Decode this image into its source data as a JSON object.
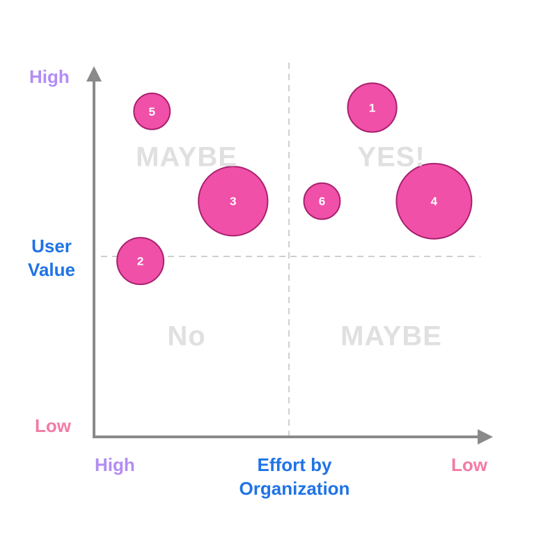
{
  "y_axis": {
    "high_label": "High",
    "low_label": "Low",
    "title_line1": "User",
    "title_line2": "Value"
  },
  "x_axis": {
    "high_label": "High",
    "low_label": "Low",
    "title_line1": "Effort by",
    "title_line2": "Organization"
  },
  "quadrants": {
    "top_left": "MAYBE",
    "top_right": "YES!",
    "bottom_left": "No",
    "bottom_right": "MAYBE"
  },
  "colors": {
    "bubble_fill": "#f050a8",
    "bubble_stroke": "#a8206e",
    "axis": "#8a8a8a",
    "divider": "#cfcfcf"
  },
  "bubbles": [
    {
      "id": "1",
      "effort_low": 0.72,
      "value_high": 0.88,
      "size": 0.65
    },
    {
      "id": "2",
      "effort_low": 0.12,
      "value_high": 0.47,
      "size": 0.62
    },
    {
      "id": "3",
      "effort_low": 0.36,
      "value_high": 0.63,
      "size": 0.92
    },
    {
      "id": "4",
      "effort_low": 0.88,
      "value_high": 0.63,
      "size": 1.0
    },
    {
      "id": "5",
      "effort_low": 0.15,
      "value_high": 0.87,
      "size": 0.48
    },
    {
      "id": "6",
      "effort_low": 0.59,
      "value_high": 0.63,
      "size": 0.48
    }
  ]
}
